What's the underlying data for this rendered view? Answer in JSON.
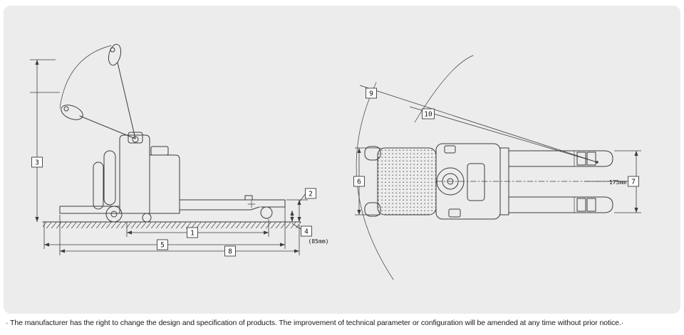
{
  "colors": {
    "panel_bg": "#ececec",
    "line": "#3c3c3c"
  },
  "diagram": {
    "side_view": {
      "callouts": {
        "c1": "1",
        "c2": "2",
        "c3": "3",
        "c4": "4",
        "c5": "5",
        "c8": "8"
      },
      "notes": {
        "fork_height": "(85mm)"
      }
    },
    "top_view": {
      "callouts": {
        "c6": "6",
        "c7": "7",
        "c9": "9",
        "c10": "10"
      },
      "notes": {
        "offset": "175mm"
      }
    }
  },
  "footer": {
    "disclaimer": "· The manufacturer has the right to change the design and specification of products. The improvement of technical parameter or configuration will be amended at any time without prior notice.·"
  }
}
